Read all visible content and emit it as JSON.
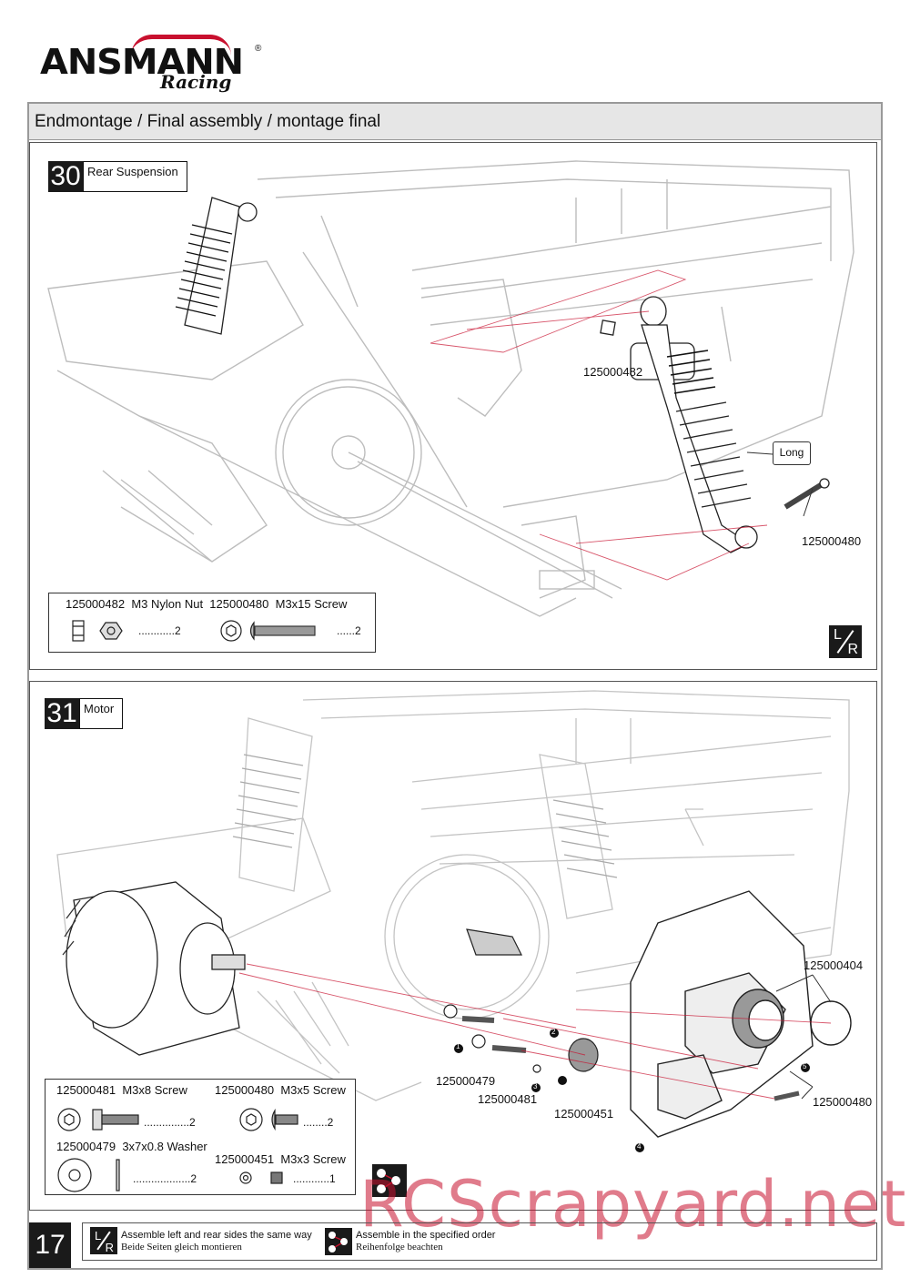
{
  "brand": {
    "name": "ANSMANN",
    "sub": "Racing",
    "reg": "®"
  },
  "header": {
    "title": "Endmontage / Final assembly / montage final"
  },
  "step30": {
    "number": "30",
    "title": "Rear Suspension",
    "callouts": {
      "nut": "125000482",
      "screw": "125000480",
      "long": "Long"
    },
    "parts": [
      {
        "code": "125000482",
        "name": "M3 Nylon Nut",
        "qty": "............2"
      },
      {
        "code": "125000480",
        "name": "M3x15 Screw",
        "qty": "......2"
      }
    ]
  },
  "step31": {
    "number": "31",
    "title": "Motor",
    "callouts": {
      "cap": "125000404",
      "washer": "125000479",
      "screw8": "125000481",
      "pinion": "125000451",
      "screw5": "125000480"
    },
    "order": [
      "1",
      "2",
      "3",
      "4",
      "5"
    ],
    "parts": [
      {
        "code": "125000481",
        "name": "M3x8 Screw",
        "qty": "...............2"
      },
      {
        "code": "125000480",
        "name": "M3x5 Screw",
        "qty": "........2"
      },
      {
        "code": "125000479",
        "name": "3x7x0.8 Washer",
        "qty": "...................2"
      },
      {
        "code": "125000451",
        "name": "M3x3 Screw",
        "qty": "............1"
      }
    ]
  },
  "lr": {
    "left": "L",
    "right": "R"
  },
  "footer": {
    "page": "17",
    "legend_lr_en": "Assemble left and rear sides the same way",
    "legend_lr_de": "Beide Seiten gleich montieren",
    "legend_order_en": "Assemble in the specified order",
    "legend_order_de": "Reihenfolge beachten"
  },
  "watermark": "RCScrapyard.net"
}
